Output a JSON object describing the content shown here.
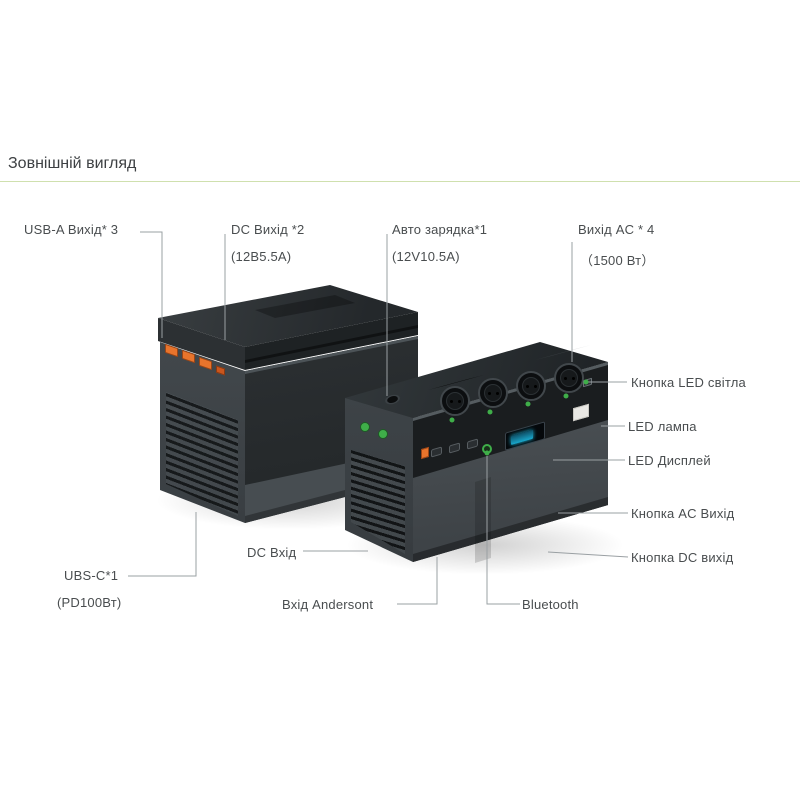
{
  "title": {
    "text": "Зовнішній вигляд"
  },
  "labels": {
    "usb_a": {
      "line1": "USB-A Вихід* 3"
    },
    "dc_out": {
      "line1": "DC Вихід *2",
      "line2": "(12В5.5А)"
    },
    "car": {
      "line1": "Авто зарядка*1",
      "line2": "(12V10.5A)"
    },
    "ac_out": {
      "line1": "Вихід AC * 4",
      "line2": "（1500 Вт）"
    },
    "led_light": {
      "line1": "Кнопка LED світла"
    },
    "led_lamp": {
      "line1": "LED лампа"
    },
    "led_display": {
      "line1": "LED Дисплей"
    },
    "ac_btn": {
      "line1": "Кнопка AC Вихід"
    },
    "dc_btn": {
      "line1": "Кнопка DC вихід"
    },
    "usb_c": {
      "line1": "UBS-C*1",
      "line2": "(PD100Вт)"
    },
    "dc_in": {
      "line1": "DC Вхід"
    },
    "anderson": {
      "line1": "Вхід Andersont"
    },
    "bluetooth": {
      "line1": "Bluetooth"
    }
  },
  "colors": {
    "accent_green": "#3fae49",
    "accent_orange": "#e8742c",
    "underline_green": "#cfe0ae",
    "leader_line": "#9aa0a3"
  }
}
